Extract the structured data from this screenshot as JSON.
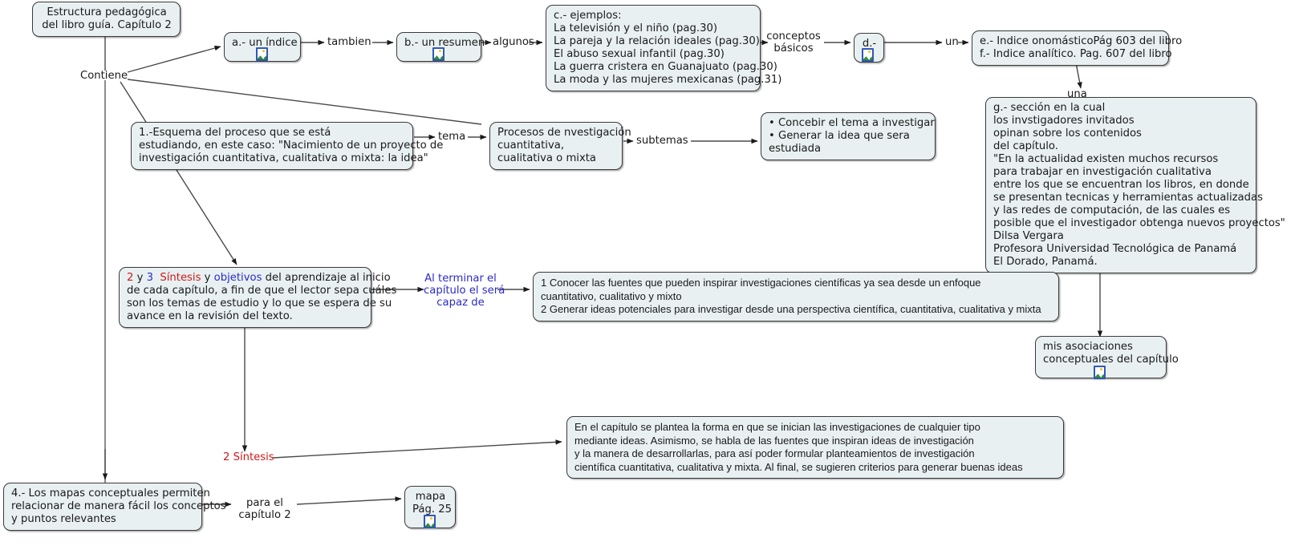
{
  "map": {
    "title_node": "Estructura pedagógica\ndel libro guía. Capítulo 2",
    "root_link_label": "Contiene"
  },
  "nodes": {
    "indice": "a.- un índice",
    "resumen": "b.- un resumen",
    "ejemplos": "c.- ejemplos:\nLa televisión y el niño (pag.30)\nLa pareja y la relación ideales (pag.30)\nEl abuso sexual infantil (pag.30)\nLa guerra cristera en Guanajuato (pag.30)\nLa moda y las mujeres mexicanas (pag.31)",
    "d_node": "d.-",
    "indices_ef": "e.- Indice onomásticoPág 603 del libro\nf.- Indice analítico. Pag. 607 del libro",
    "seccion_g": "g.- sección en la cual\nlos invstigadores invitados\nopinan sobre los contenidos\ndel capítulo.\n\"En la actualidad existen muchos recursos\npara trabajar en investigación cualitativa\nentre los que se encuentran los libros, en donde\nse presentan tecnicas y herramientas actualizadas\ny las redes de computación, de las cuales es\nposible que el investigador obtenga nuevos proyectos\"\nDilsa Vergara\nProfesora Universidad Tecnológica de Panamá\nEl Dorado, Panamá.",
    "esquema_1": "1.-Esquema del proceso que se está\nestudiando, en este caso: \"Nacimiento de un proyecto de\ninvestigación cuantitativa, cualitativa o mixta: la idea\"",
    "procesos": "Procesos de nvestigación\ncuantitativa,\ncualitativa o mixta",
    "concebir": "• Concebir el tema a investigar\n• Generar la idea que sera\nestudiada",
    "sintesis_objetivos_tail": " del aprendizaje al inicio\nde cada capítulo, a fin de que el lector sepa cuáles\nson los temas de estudio y lo que se espera de su\navance en la revisión del texto.",
    "sintesis_tok_1": "2",
    "sintesis_tok_2": " y ",
    "sintesis_tok_3": "3",
    "sintesis_tok_4": "  ",
    "sintesis_tok_5": "Síntesis",
    "sintesis_tok_6": " y ",
    "sintesis_tok_7": "objetivos",
    "objetivos_list": "1 Conocer las fuentes que pueden inspirar investigaciones científicas ya sea desde un enfoque\ncuantitativo, cualitativo y mixto\n2 Generar ideas potenciales para investigar desde una perspectiva científica, cuantitativa, cualitativa y mixta",
    "mis_asociaciones": "mis asociaciones\nconceptuales del capítulo",
    "resumen_capitulo": "En el capítulo se plantea la forma en que se inician las investigaciones de cualquier tipo\nmediante ideas. Asimismo, se habla de las fuentes que inspiran ideas de investigación\ny la manera de desarrollarlas, para así poder formular planteamientos de investigación\ncientífica cuantitativa, cualitativa y mixta. Al final, se sugieren criterios para generar buenas ideas",
    "mapas_4": "4.- Los mapas conceptuales permiten\nrelacionar de manera fácil los conceptos\ny puntos relevantes",
    "mapa_pag": "mapa\nPág. 25"
  },
  "link_labels": {
    "tambien": "tambien",
    "algunos": "algunos",
    "conceptos_basicos": "conceptos\nbásicos",
    "un": "un",
    "una": "una",
    "tema": "tema",
    "subtemas": "subtemas",
    "al_terminar": "Al terminar el\ncapítulo el será\ncapaz de",
    "dos_sintesis": "2 Síntesis",
    "para_el_capitulo": "para el\ncapítulo 2"
  },
  "icons": {
    "picture_badge": "picture-icon"
  },
  "colors": {
    "node_fill": "#e8f0f2",
    "node_border": "#3a3a3a",
    "text": "#1a1a1a",
    "accent_red": "#d01818",
    "accent_blue": "#2b2bc8",
    "canvas": "#ffffff"
  }
}
